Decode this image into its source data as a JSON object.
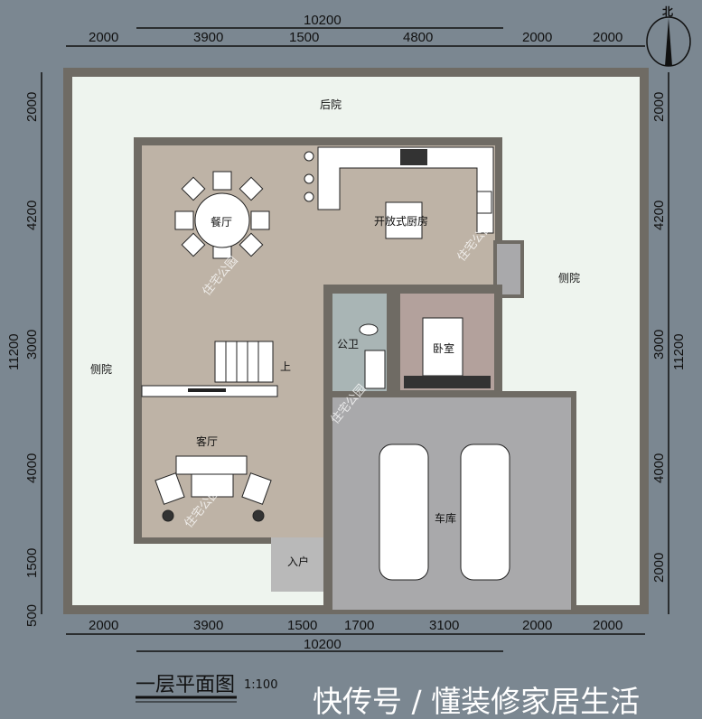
{
  "title": "一层平面图",
  "scale": "1:100",
  "north_label": "北",
  "watermark": "住宅公园",
  "footer_watermark": "快传号 / 懂装修家居生活",
  "rooms": {
    "backyard": "后院",
    "side_yard_left": "侧院",
    "side_yard_right": "侧院",
    "dining": "餐厅",
    "kitchen": "开放式厨房",
    "toilet": "公卫",
    "bedroom": "卧室",
    "stairs_up": "上",
    "living": "客厅",
    "entry": "入户",
    "garage": "车库"
  },
  "dimensions": {
    "top_total": "10200",
    "top": [
      "2000",
      "3900",
      "1500",
      "4800",
      "2000",
      "2000"
    ],
    "bottom": [
      "2000",
      "3900",
      "1500",
      "1700",
      "3100",
      "2000",
      "2000"
    ],
    "bottom_total": "10200",
    "left": [
      "2000",
      "4200",
      "3000",
      "4000",
      "1500",
      "500"
    ],
    "left_total": "11200",
    "right": [
      "2000",
      "4200",
      "3000",
      "4000",
      "2000"
    ],
    "right_total": "11200"
  },
  "colors": {
    "background": "#7b8791",
    "yard": "#eef4ee",
    "wall": "#6f6b64",
    "room": "#beb3a6",
    "toilet": "#a9b5b5",
    "bedroom": "#b3a19c",
    "garage": "#a9a9ab"
  }
}
